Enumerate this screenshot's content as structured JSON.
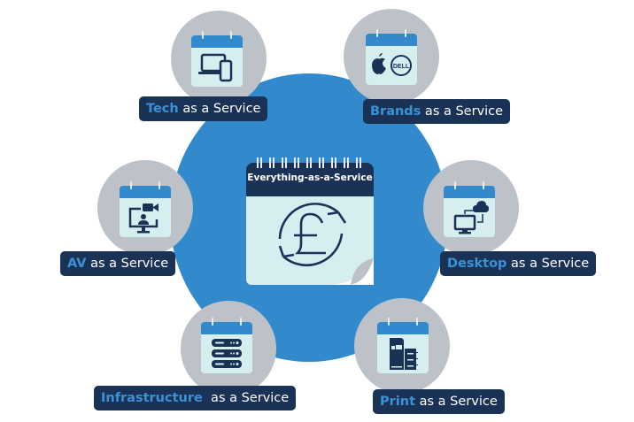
{
  "colors": {
    "primary_blue": "#3289cc",
    "navy": "#1b3257",
    "highlight_blue": "#3a92d6",
    "node_grey": "#bcc2c8",
    "calendar_body": "#d6eef0",
    "background": "#ffffff"
  },
  "center": {
    "title": "Everything-as-a-Service",
    "icon": "pound-cycle-icon"
  },
  "nodes": [
    {
      "id": "tech",
      "highlight": "Tech",
      "suffix": " as a Service",
      "icon": "laptop-phone-icon"
    },
    {
      "id": "brands",
      "highlight": "Brands",
      "suffix": " as a Service",
      "icon": "apple-dell-logos-icon",
      "logo_text": "DELL"
    },
    {
      "id": "av",
      "highlight": "AV",
      "suffix": " as a Service",
      "icon": "video-call-monitor-icon"
    },
    {
      "id": "desktop",
      "highlight": "Desktop",
      "suffix": " as a Service",
      "icon": "cloud-desktop-icon"
    },
    {
      "id": "infrastructure",
      "highlight": "Infrastructure",
      "suffix": "  as a Service",
      "icon": "server-rack-icon"
    },
    {
      "id": "print",
      "highlight": "Print",
      "suffix": " as a Service",
      "icon": "printer-icon"
    }
  ]
}
